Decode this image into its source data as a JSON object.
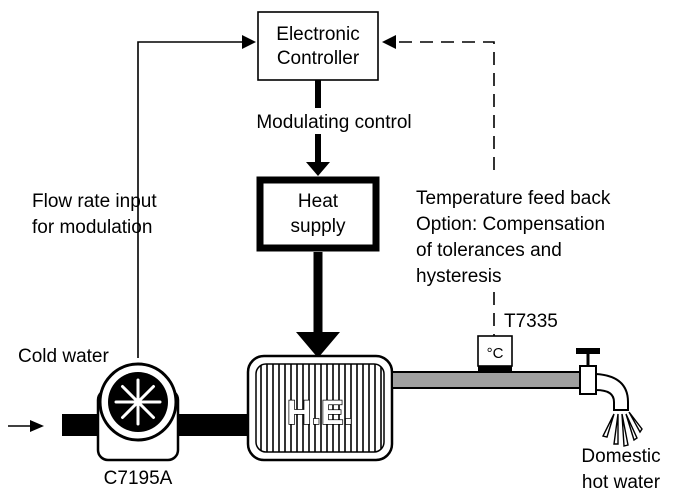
{
  "controller": {
    "line1": "Electronic",
    "line2": "Controller"
  },
  "modulating_label": "Modulating control",
  "heat_supply": {
    "line1": "Heat",
    "line2": "supply"
  },
  "flow_rate": {
    "line1": "Flow rate input",
    "line2": "for modulation"
  },
  "temperature_feedback": {
    "line1": "Temperature feed back",
    "line2": "Option: Compensation",
    "line3": "of tolerances and",
    "line4": "hysteresis"
  },
  "sensor": {
    "model": "T7335",
    "unit": "°C"
  },
  "cold_water_label": "Cold water",
  "flow_meter_model": "C7195A",
  "heat_exchanger_label": "H.E.",
  "domestic_hot_water": {
    "line1": "Domestic",
    "line2": "hot water"
  }
}
